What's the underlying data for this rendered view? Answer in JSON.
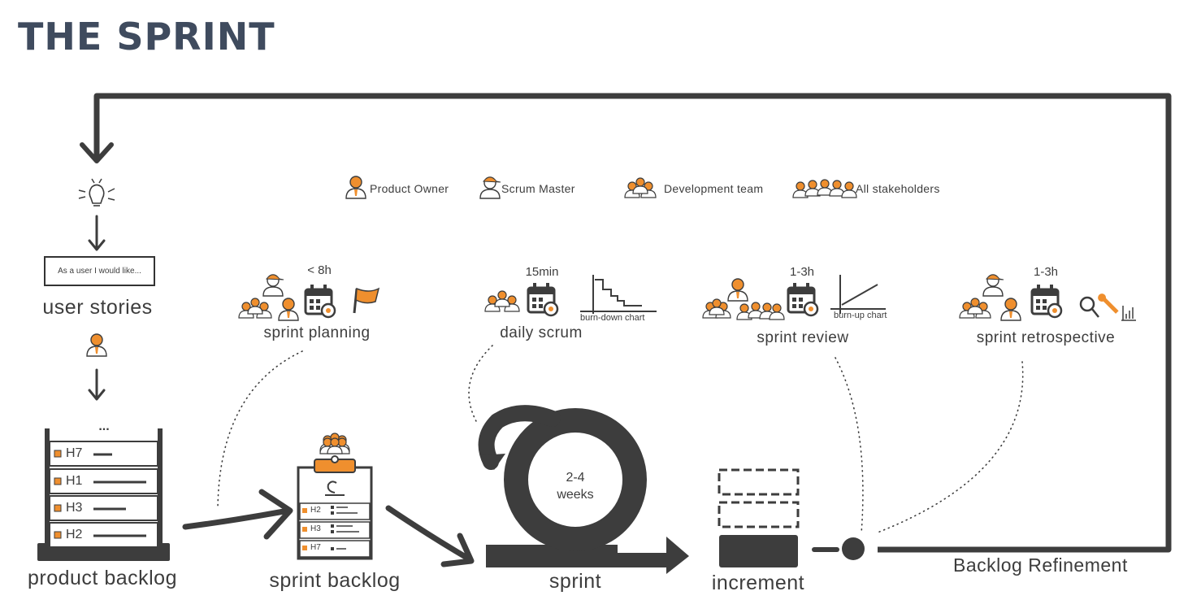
{
  "title": "THE SPRINT",
  "legend": {
    "product_owner": "Product Owner",
    "scrum_master": "Scrum Master",
    "development_team": "Development team",
    "all_stakeholders": "All stakeholders"
  },
  "user_story": {
    "example": "As a user I would like...",
    "label": "user stories"
  },
  "product_backlog": {
    "label": "product backlog",
    "ellipsis": "...",
    "items": [
      "H7",
      "H1",
      "H3",
      "H2"
    ]
  },
  "sprint_backlog": {
    "label": "sprint backlog",
    "items": [
      "H2",
      "H3",
      "H7"
    ]
  },
  "sprint": {
    "label": "sprint",
    "duration_line1": "2-4",
    "duration_line2": "weeks"
  },
  "increment": {
    "label": "increment"
  },
  "refinement": {
    "label": "Backlog Refinement"
  },
  "events": {
    "planning": {
      "label": "sprint planning",
      "duration": "< 8h"
    },
    "daily": {
      "label": "daily scrum",
      "duration": "15min",
      "chart_label": "burn-down chart"
    },
    "review": {
      "label": "sprint review",
      "duration": "1-3h",
      "chart_label": "burn-up chart"
    },
    "retro": {
      "label": "sprint retrospective",
      "duration": "1-3h"
    }
  },
  "colors": {
    "dark": "#3d3d3d",
    "accent": "#ef8f2e",
    "title": "#3f4b5e"
  }
}
